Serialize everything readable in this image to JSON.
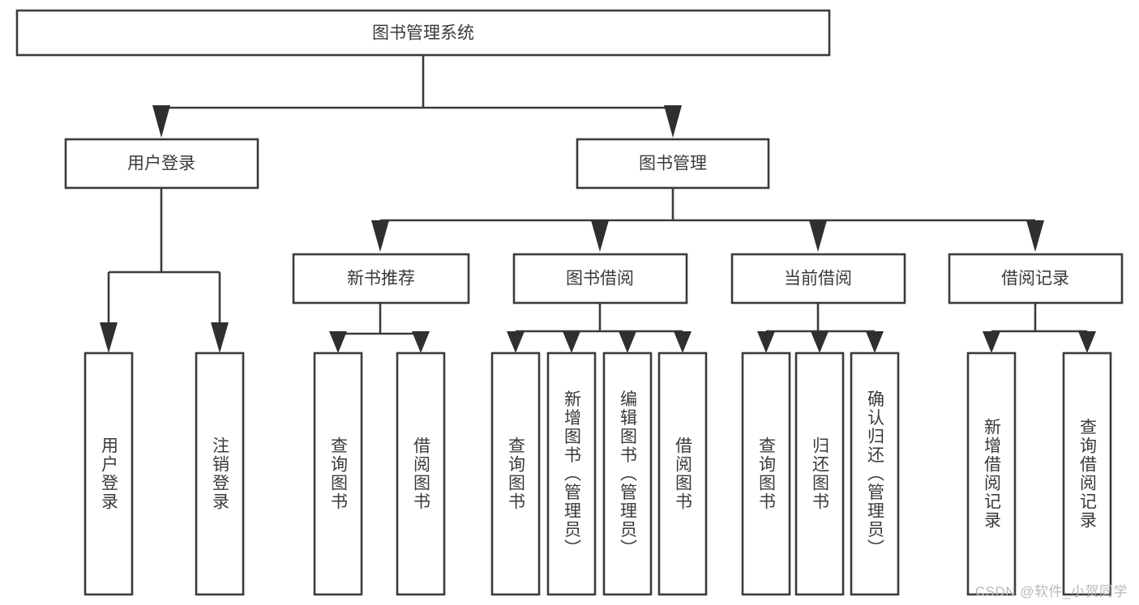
{
  "diagram": {
    "title": "图书管理系统",
    "type": "tree-hierarchy",
    "watermark": "CSDN @软件_小贺同学",
    "colors": {
      "background": "#ffffff",
      "box_stroke": "#3b3b3b",
      "box_fill": "#ffffff",
      "text": "#3a3a3a",
      "connector": "#3b3b3b",
      "watermark": "#b9b9b9"
    },
    "levels": {
      "root": "图书管理系统",
      "level2": [
        "用户登录",
        "图书管理"
      ],
      "level3": [
        "新书推荐",
        "图书借阅",
        "当前借阅",
        "借阅记录"
      ]
    },
    "nodes": {
      "root": {
        "label": "图书管理系统",
        "orientation": "horizontal"
      },
      "user_login": {
        "label": "用户登录",
        "orientation": "horizontal"
      },
      "book_manage": {
        "label": "图书管理",
        "orientation": "horizontal"
      },
      "new_book_rec": {
        "label": "新书推荐",
        "orientation": "horizontal"
      },
      "book_borrow": {
        "label": "图书借阅",
        "orientation": "horizontal"
      },
      "current_borrow": {
        "label": "当前借阅",
        "orientation": "horizontal"
      },
      "borrow_record": {
        "label": "借阅记录",
        "orientation": "horizontal"
      },
      "leaf_user_login": {
        "label": "用户登录",
        "orientation": "vertical"
      },
      "leaf_logout": {
        "label": "注销登录",
        "orientation": "vertical"
      },
      "leaf_query_book_1": {
        "label": "查询图书",
        "orientation": "vertical"
      },
      "leaf_borrow_book_1": {
        "label": "借阅图书",
        "orientation": "vertical"
      },
      "leaf_query_book_2": {
        "label": "查询图书",
        "orientation": "vertical"
      },
      "leaf_add_book": {
        "label": "新增图书（管理员）",
        "orientation": "vertical"
      },
      "leaf_edit_book": {
        "label": "编辑图书（管理员）",
        "orientation": "vertical"
      },
      "leaf_borrow_book_2": {
        "label": "借阅图书",
        "orientation": "vertical"
      },
      "leaf_query_book_3": {
        "label": "查询图书",
        "orientation": "vertical"
      },
      "leaf_return_book": {
        "label": "归还图书",
        "orientation": "vertical"
      },
      "leaf_confirm_return": {
        "label": "确认归还（管理员）",
        "orientation": "vertical"
      },
      "leaf_add_record": {
        "label": "新增借阅记录",
        "orientation": "vertical"
      },
      "leaf_query_record": {
        "label": "查询借阅记录",
        "orientation": "vertical"
      }
    },
    "edges": [
      {
        "from": "图书管理系统",
        "to": "用户登录"
      },
      {
        "from": "图书管理系统",
        "to": "图书管理"
      },
      {
        "from": "用户登录",
        "to": "用户登录"
      },
      {
        "from": "用户登录",
        "to": "注销登录"
      },
      {
        "from": "图书管理",
        "to": "新书推荐"
      },
      {
        "from": "图书管理",
        "to": "图书借阅"
      },
      {
        "from": "图书管理",
        "to": "当前借阅"
      },
      {
        "from": "图书管理",
        "to": "借阅记录"
      },
      {
        "from": "新书推荐",
        "to": "查询图书"
      },
      {
        "from": "新书推荐",
        "to": "借阅图书"
      },
      {
        "from": "图书借阅",
        "to": "查询图书"
      },
      {
        "from": "图书借阅",
        "to": "新增图书（管理员）"
      },
      {
        "from": "图书借阅",
        "to": "编辑图书（管理员）"
      },
      {
        "from": "图书借阅",
        "to": "借阅图书"
      },
      {
        "from": "当前借阅",
        "to": "查询图书"
      },
      {
        "from": "当前借阅",
        "to": "归还图书"
      },
      {
        "from": "当前借阅",
        "to": "确认归还（管理员）"
      },
      {
        "from": "借阅记录",
        "to": "新增借阅记录"
      },
      {
        "from": "借阅记录",
        "to": "查询借阅记录"
      }
    ]
  }
}
